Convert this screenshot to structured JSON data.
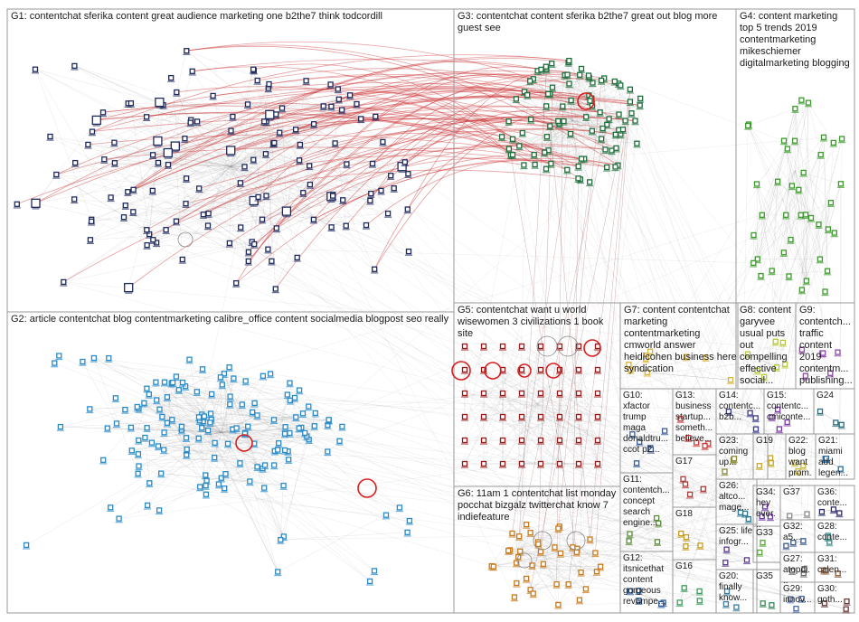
{
  "groups": [
    {
      "id": "G1",
      "text": "G1: contentchat sferika content great audience marketing one b2the7 think todcordill",
      "color": "#1f2a5c",
      "n": 140
    },
    {
      "id": "G2",
      "text": "G2: article contentchat blog contentmarketing calibre_office content socialmedia blogpost seo really",
      "color": "#2a8ac8",
      "n": 150
    },
    {
      "id": "G3",
      "text": "G3: contentchat content sferika b2the7 great out blog more guest see",
      "color": "#1e6e3c",
      "n": 90
    },
    {
      "id": "G4",
      "text": "G4: content marketing top 5 trends 2019 contentmarketing mikeschiemer digitalmarketing blogging",
      "color": "#3a9a2a",
      "n": 40
    },
    {
      "id": "G5",
      "text": "G5: contentchat want u world wisewomen 3 civilizations 1 book site",
      "color": "#9c1a1a",
      "n": 48
    },
    {
      "id": "G6",
      "text": "G6: 11am 1 contentchat list monday pocchat bizgalz twitterchat know 7 indiefeature",
      "color": "#c87a1e",
      "n": 38
    },
    {
      "id": "G7",
      "text": "G7: content contentchat marketing contentmarketing cmworld answer heidicohen business here syndication",
      "color": "#d8b43a",
      "n": 9
    },
    {
      "id": "G8",
      "text": "G8: content garyvee usual puts out compelling effective social...",
      "color": "#b8c83a",
      "n": 7
    },
    {
      "id": "G9",
      "text": "G9: contentch... traffic content 2019 contentm... publishing...",
      "color": "#8a4aa8",
      "n": 6
    },
    {
      "id": "G10",
      "text": "G10: xfactor trump maga donaldtru... ccot p2...",
      "color": "#3a5a9a",
      "n": 6
    },
    {
      "id": "G11",
      "text": "G11: contentch... concept search engine...",
      "color": "#5a8a3a",
      "n": 5
    },
    {
      "id": "G12",
      "text": "G12: itsnicethat content gorgeous revampe...",
      "color": "#2a5a9a",
      "n": 5
    },
    {
      "id": "G13",
      "text": "G13: business startup... someth... believe...",
      "color": "#c83a3a",
      "n": 5
    },
    {
      "id": "G14",
      "text": "G14: contentc... b2b...",
      "color": "#3a3a8a",
      "n": 4
    },
    {
      "id": "G15",
      "text": "G15: contentc... cmiconte...",
      "color": "#7a3aa8",
      "n": 4
    },
    {
      "id": "G16",
      "text": "G16",
      "color": "#3a9a5a",
      "n": 4
    },
    {
      "id": "G17",
      "text": "G17",
      "color": "#a83a3a",
      "n": 4
    },
    {
      "id": "G18",
      "text": "G18",
      "color": "#c89a1e",
      "n": 4
    },
    {
      "id": "G19",
      "text": "G19",
      "color": "#c8a82a",
      "n": 3
    },
    {
      "id": "G20",
      "text": "G20: finally know...",
      "color": "#3a7a9a",
      "n": 3
    },
    {
      "id": "G21",
      "text": "G21: miami add legen...",
      "color": "#2a6a9a",
      "n": 3
    },
    {
      "id": "G22",
      "text": "G22: blog want prom...",
      "color": "#c8b83a",
      "n": 3
    },
    {
      "id": "G23",
      "text": "G23: coming up...",
      "color": "#8a8a3a",
      "n": 3
    },
    {
      "id": "G24",
      "text": "G24",
      "color": "#2a6a7a",
      "n": 3
    },
    {
      "id": "G25",
      "text": "G25: life infogr...",
      "color": "#5a3a8a",
      "n": 3
    },
    {
      "id": "G26",
      "text": "G26: altco... mage...",
      "color": "#2a7a9a",
      "n": 3
    },
    {
      "id": "G27",
      "text": "G27: atopdi...",
      "color": "#6a6a6a",
      "n": 3
    },
    {
      "id": "G28",
      "text": "G28: conte...",
      "color": "#3a8a8a",
      "n": 3
    },
    {
      "id": "G29",
      "text": "G29: innov...",
      "color": "#4a6aa8",
      "n": 3
    },
    {
      "id": "G30",
      "text": "G30: goth...",
      "color": "#6a3a3a",
      "n": 3
    },
    {
      "id": "G31",
      "text": "G31: calen...",
      "color": "#8a5a3a",
      "n": 3
    },
    {
      "id": "G32",
      "text": "G32: a5...",
      "color": "#3a5a8a",
      "n": 3
    },
    {
      "id": "G33",
      "text": "G33",
      "color": "#5aa83a",
      "n": 2
    },
    {
      "id": "G34",
      "text": "G34: hey ever...",
      "color": "#6a3aa8",
      "n": 3
    },
    {
      "id": "G35",
      "text": "G35",
      "color": "#3a8a5a",
      "n": 2
    },
    {
      "id": "G36",
      "text": "G36: conte...",
      "color": "#2a2a6a",
      "n": 3
    },
    {
      "id": "G37",
      "text": "G37",
      "color": "#8a8a8a",
      "n": 2
    }
  ]
}
